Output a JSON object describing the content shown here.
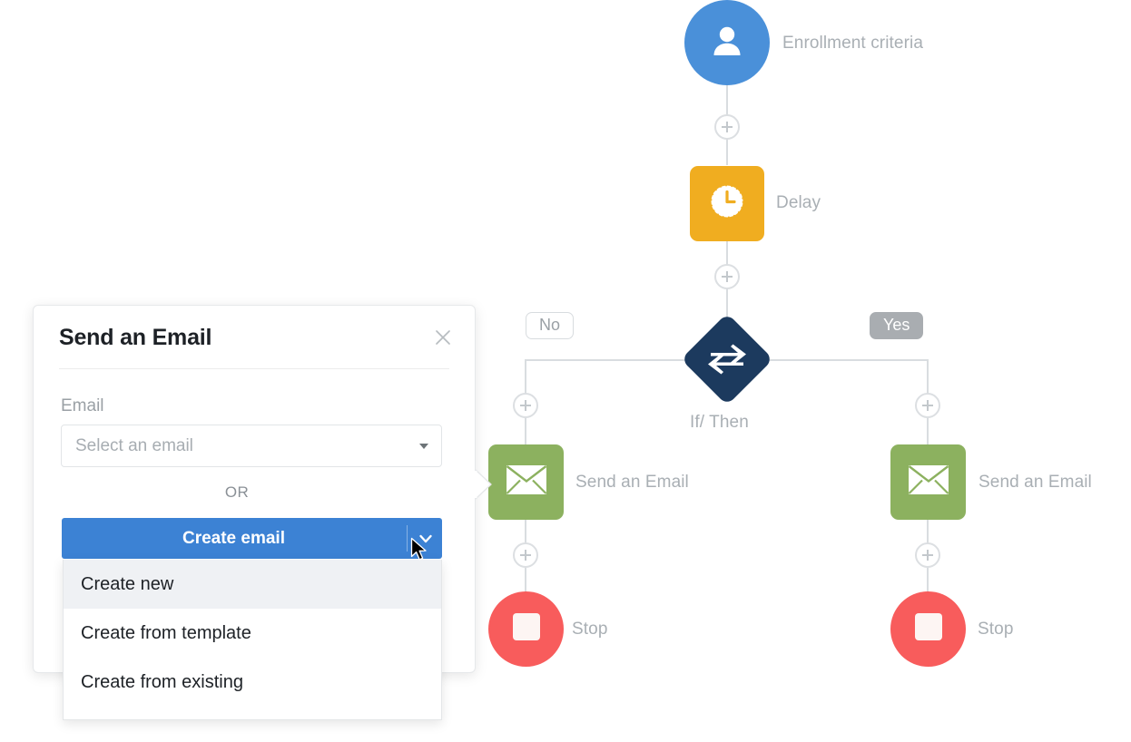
{
  "workflow": {
    "nodes": [
      {
        "id": "enrollment",
        "label": "Enrollment criteria",
        "icon": "person-icon",
        "shape": "circle",
        "color": "#4a90d9"
      },
      {
        "id": "delay",
        "label": "Delay",
        "icon": "clock-icon",
        "shape": "square",
        "color": "#f0ad20"
      },
      {
        "id": "ifthen",
        "label": "If/ Then",
        "icon": "branch-arrows-icon",
        "shape": "diamond",
        "color": "#1c3a5e"
      },
      {
        "id": "email-no",
        "label": "Send an Email",
        "icon": "envelope-icon",
        "shape": "square",
        "color": "#8cb15f"
      },
      {
        "id": "stop-no",
        "label": "Stop",
        "icon": "stop-square-icon",
        "shape": "circle",
        "color": "#f85c5c"
      },
      {
        "id": "email-yes",
        "label": "Send an Email",
        "icon": "envelope-icon",
        "shape": "square",
        "color": "#8cb15f"
      },
      {
        "id": "stop-yes",
        "label": "Stop",
        "icon": "stop-square-icon",
        "shape": "circle",
        "color": "#f85c5c"
      }
    ],
    "branch_labels": {
      "no": "No",
      "yes": "Yes"
    },
    "add_step_icon": "plus-icon",
    "colors": {
      "connector": "#d9dde0",
      "label_text": "#a9afb4",
      "yes_badge_bg": "#a9adb1",
      "no_badge_border": "#d8dcdf"
    }
  },
  "modal": {
    "title": "Send an Email",
    "close_icon": "close-icon",
    "email_field": {
      "label": "Email",
      "value": "",
      "placeholder": "Select an email",
      "caret_icon": "caret-down-icon"
    },
    "or_text": "OR",
    "create_button": {
      "label": "Create email",
      "chevron_icon": "chevron-down-icon",
      "color": "#3c82d4"
    },
    "dropdown": {
      "items": [
        {
          "label": "Create new",
          "highlighted": true
        },
        {
          "label": "Create from template",
          "highlighted": false
        },
        {
          "label": "Create from existing",
          "highlighted": false
        }
      ]
    }
  }
}
